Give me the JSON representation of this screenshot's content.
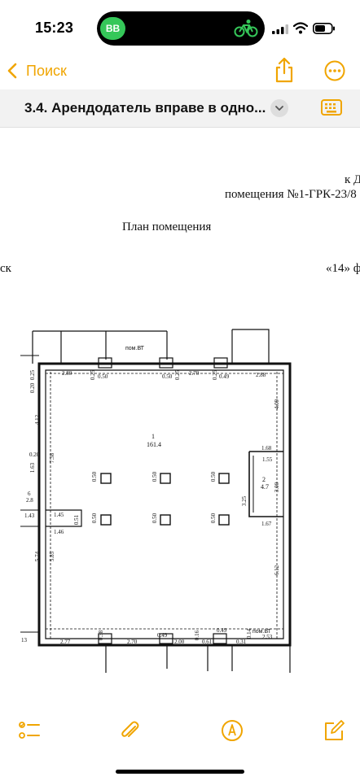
{
  "status": {
    "time": "15:23",
    "badge": "BB"
  },
  "nav": {
    "back_label": "Поиск"
  },
  "document": {
    "title": "3.4. Арендодатель вправе в одно..."
  },
  "page": {
    "header_right_1": "к Д",
    "header_right_2": "помещения №1-ГРК-23/8",
    "plan_title": "План помещения",
    "left_fragment": "ск",
    "right_fragment": "«14» ф"
  },
  "plan": {
    "top_dims": [
      "0.25",
      "2.80",
      "0.25",
      "0.50",
      "0.50",
      "0.25",
      "2.70",
      "0.25",
      "0.49",
      "2.88"
    ],
    "label_top_vt": "пом.ВТ",
    "label_bottom_vt": "пом.ВТ",
    "left_dims": [
      "0.20",
      "4.12",
      "0.20",
      "1.63",
      "7.38",
      "1.43",
      "5.74",
      "5.85",
      "2.8",
      "6"
    ],
    "room_main_number": "1",
    "room_main_area": "161.4",
    "room_small_number": "2",
    "room_small_area": "4.7",
    "right_dims": [
      "4.09",
      "1.68",
      "1.55",
      "3.25",
      "3.00",
      "1.67",
      "6.12"
    ],
    "column_label": "0.50",
    "mid_dims": [
      "1.45",
      "1.46",
      "0.51"
    ],
    "bottom_dims": [
      "13",
      "2.77",
      "0.38",
      "2.70",
      "0.49",
      "2.00",
      "0.16",
      "0.61",
      "0.49",
      "0.31",
      "0.14",
      "2.53"
    ]
  },
  "colors": {
    "accent": "#f0a500",
    "badge": "#35c759"
  }
}
